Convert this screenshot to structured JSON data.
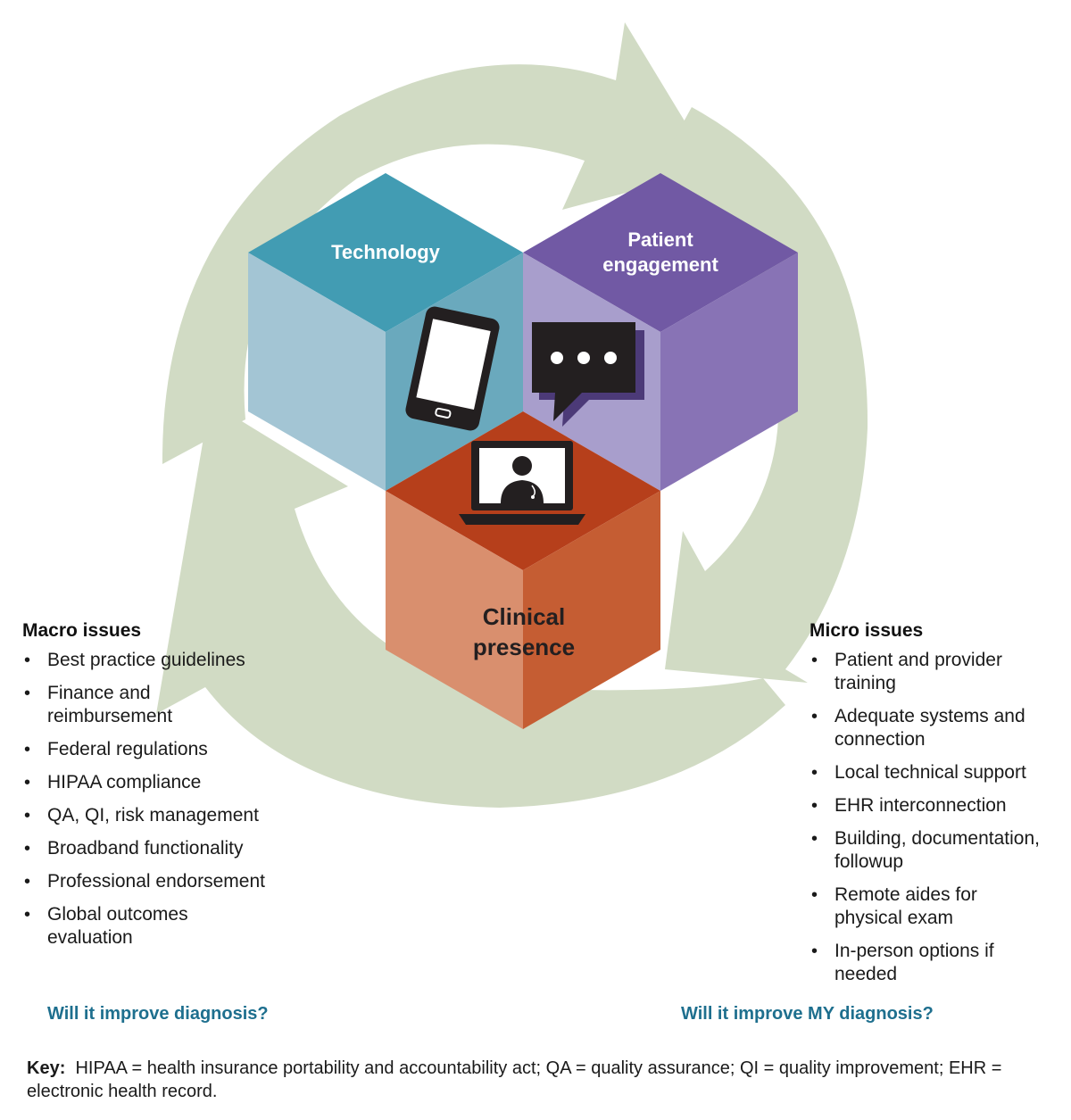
{
  "cubes": {
    "technology": "Technology",
    "patient_line1": "Patient",
    "patient_line2": "engagement",
    "clinical_line1": "Clinical",
    "clinical_line2": "presence"
  },
  "icons": [
    "tablet-icon",
    "chat-bubble-icon",
    "laptop-doctor-icon",
    "cycle-arrows"
  ],
  "colors": {
    "teal_top": "#429cb3",
    "teal_left": "#a3c5d4",
    "teal_right": "#6aa9bd",
    "purple_top": "#7159a4",
    "purple_left": "#a89ecc",
    "purple_right": "#8873b5",
    "orange_top": "#b63f1b",
    "orange_left": "#d98f6e",
    "orange_right": "#c55d33",
    "arrow": "#d1dbc4",
    "question": "#1e6f8e"
  },
  "macro": {
    "title": "Macro issues",
    "items": [
      "Best practice guidelines",
      "Finance and reimbursement",
      "Federal regulations",
      "HIPAA compliance",
      "QA, QI, risk management",
      "Broadband functionality",
      "Professional endorsement",
      "Global outcomes evaluation"
    ],
    "question": "Will it improve diagnosis?"
  },
  "micro": {
    "title": "Micro issues",
    "items": [
      "Patient and provider training",
      "Adequate systems and connection",
      "Local technical support",
      "EHR interconnection",
      "Building, documentation, followup",
      "Remote aides for physical exam",
      "In-person options if needed"
    ],
    "question": "Will it improve MY diagnosis?"
  },
  "key": {
    "label": "Key:",
    "text": "HIPAA = health insurance portability and accountability act; QA = quality assurance; QI = quality improvement; EHR = electronic health record."
  }
}
